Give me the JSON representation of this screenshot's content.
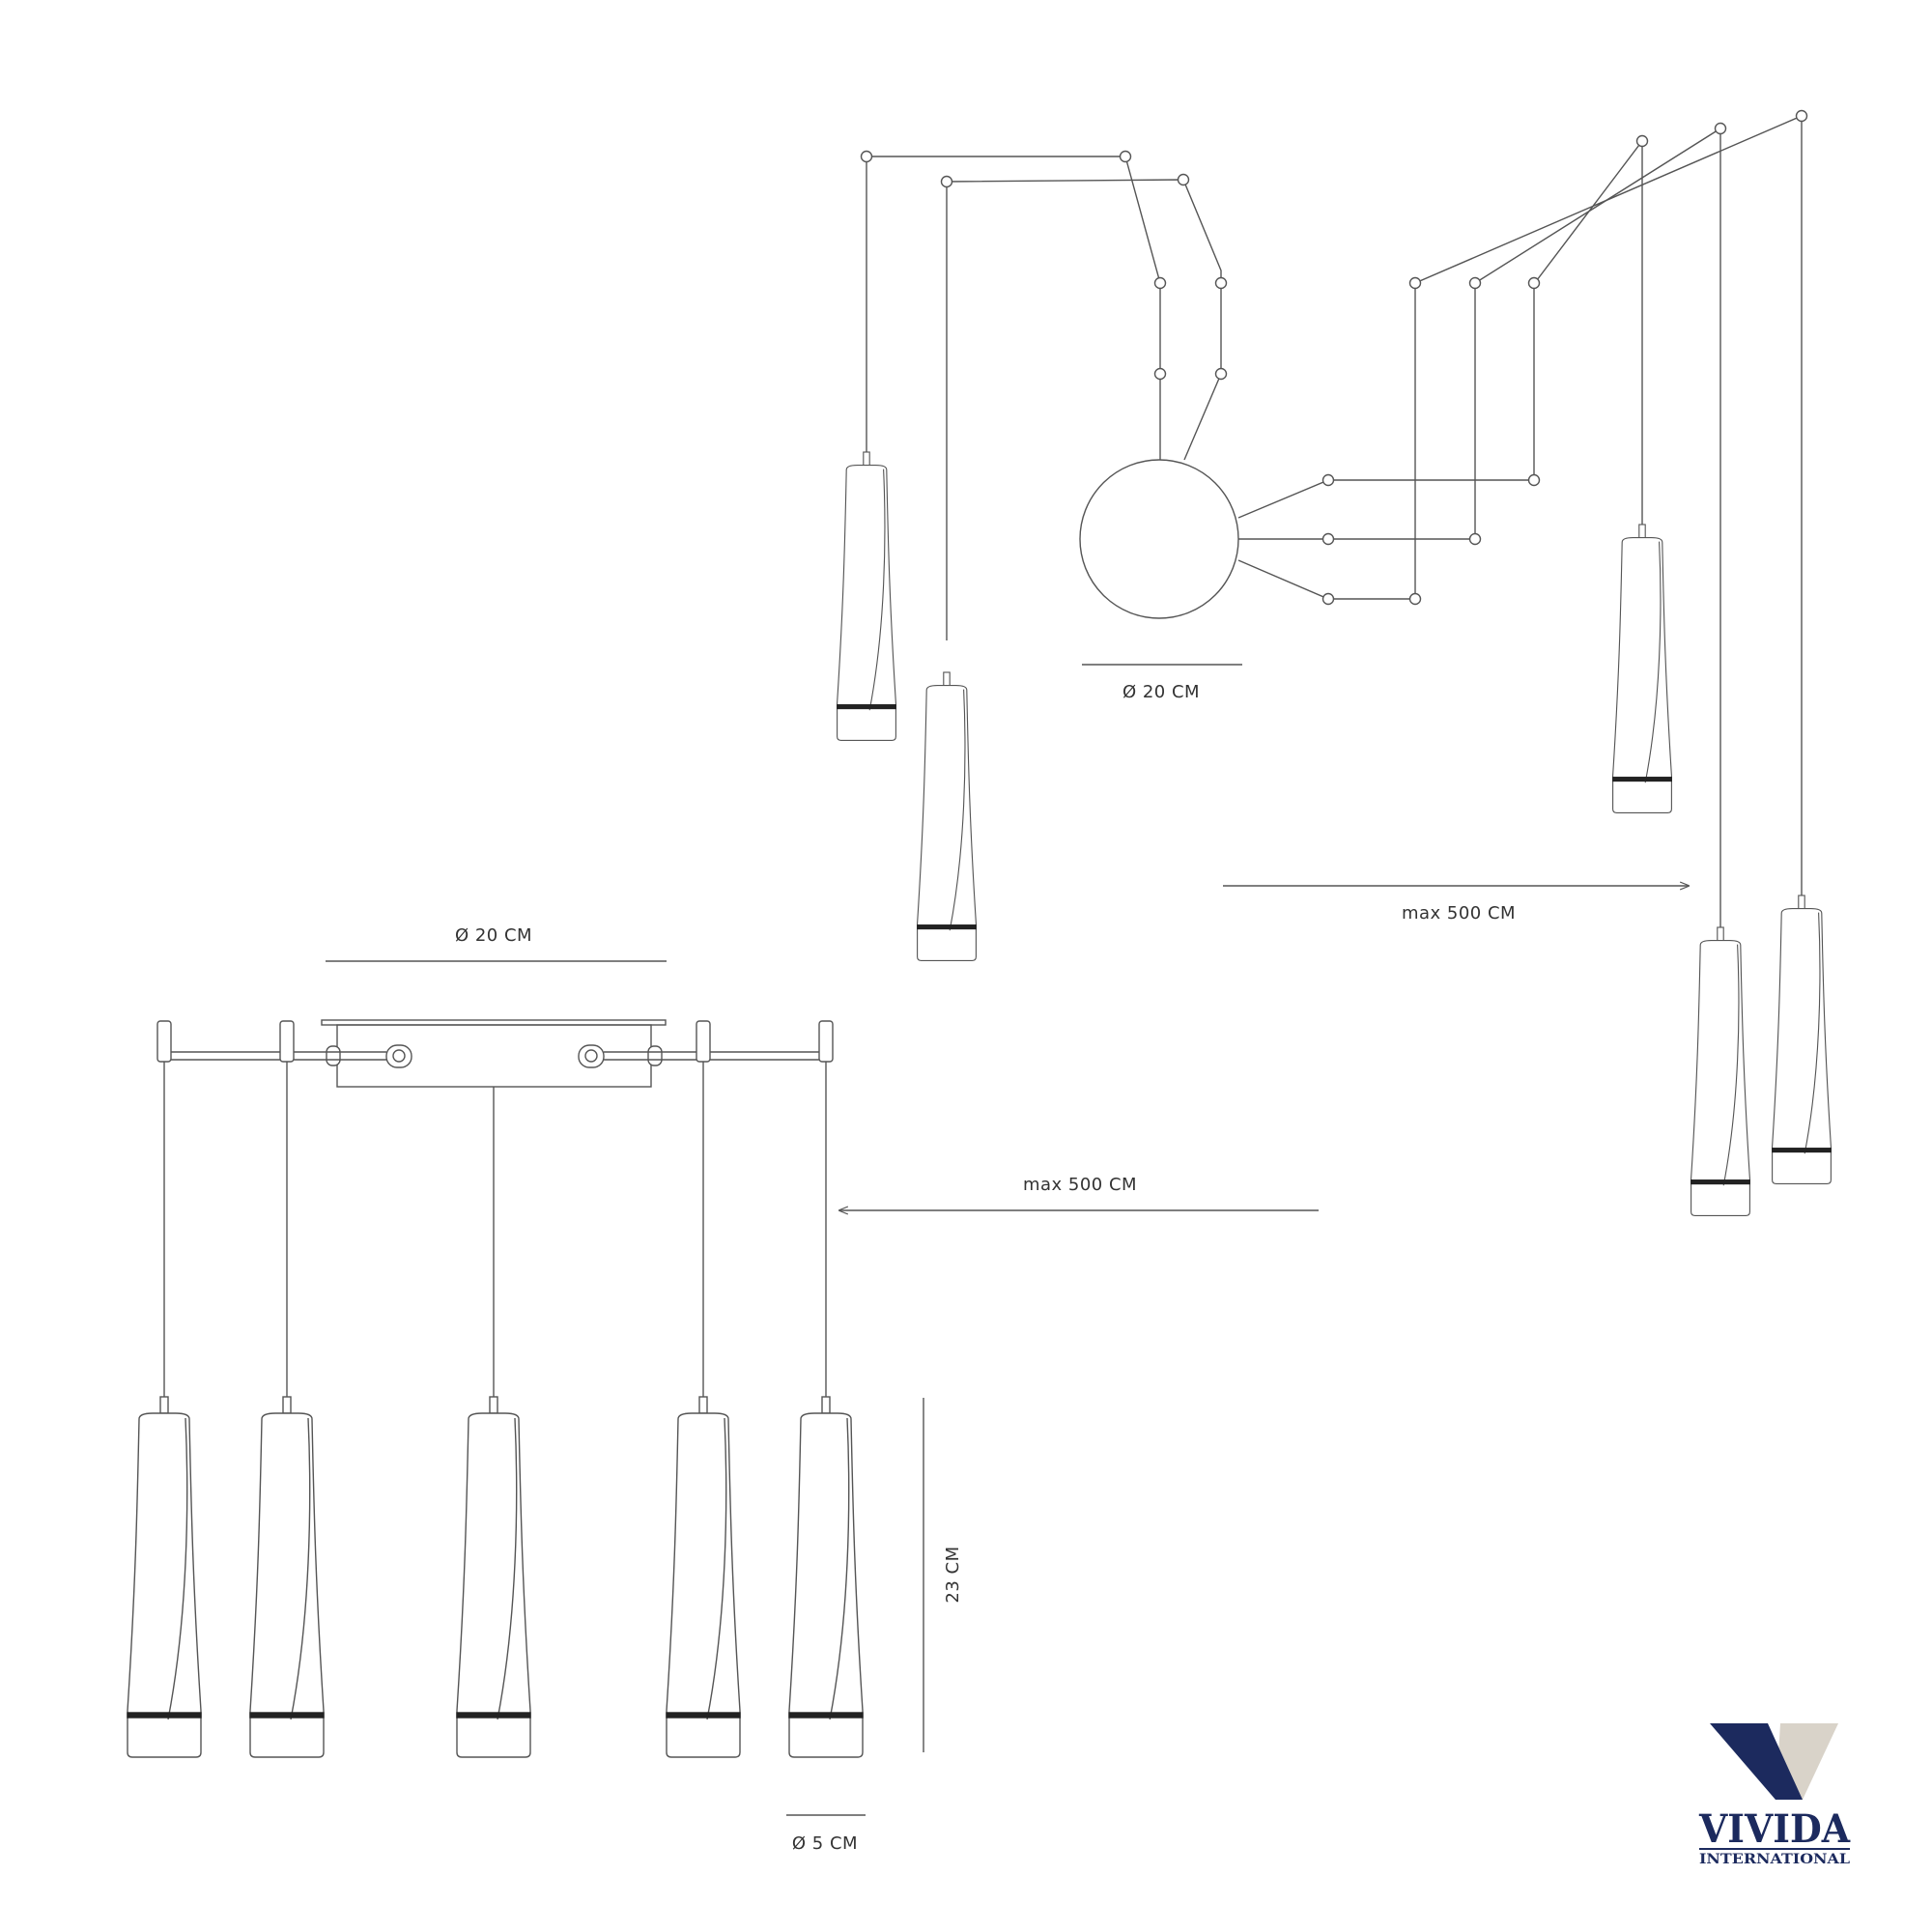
{
  "dimensions": {
    "top_canopy_diameter": "Ø 20 CM",
    "top_cable_length": "max 500 CM",
    "bottom_canopy_diameter": "Ø 20 CM",
    "bottom_cable_length": "max 500 CM",
    "shade_height": "23 CM",
    "shade_diameter": "Ø 5 CM"
  },
  "logo": {
    "name": "VIVIDA",
    "subtitle": "INTERNATIONAL",
    "colors": {
      "navy": "#1c2a5e",
      "beige": "#d9d3c9"
    }
  },
  "colors": {
    "line": "#555555",
    "band": "#222222"
  }
}
